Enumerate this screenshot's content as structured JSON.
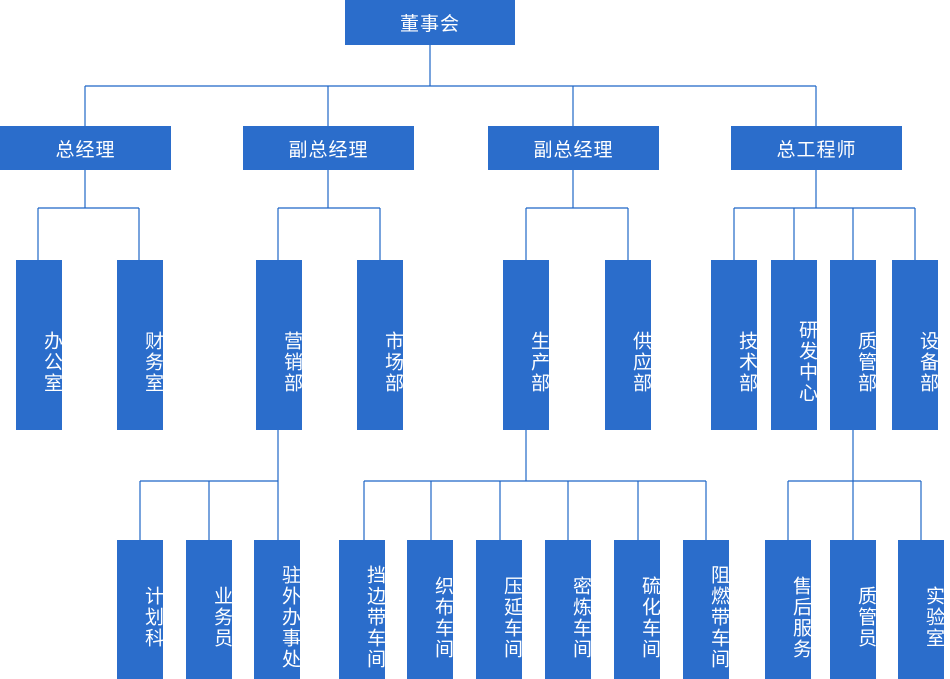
{
  "org": {
    "board": "董事会",
    "gm": "总经理",
    "vgm1": "副总经理",
    "vgm2": "副总经理",
    "chief_engineer": "总工程师",
    "office": "办公室",
    "finance": "财务室",
    "sales": "营销部",
    "market": "市场部",
    "production": "生产部",
    "supply": "供应部",
    "tech": "技术部",
    "rnd": "研发中心",
    "qa": "质管部",
    "equipment": "设备部",
    "plan": "计划科",
    "staff": "业务员",
    "outpost": "驻外办事处",
    "ws1": "挡边带车间",
    "ws2": "织布车间",
    "ws3": "压延车间",
    "ws4": "密炼车间",
    "ws5": "硫化车间",
    "ws6": "阻燃带车间",
    "aftersales": "售后服务",
    "inspector": "质管员",
    "lab": "实验室"
  },
  "colors": {
    "box": "#2b6dcb",
    "line": "#1f66c6",
    "text": "#ffffff"
  }
}
